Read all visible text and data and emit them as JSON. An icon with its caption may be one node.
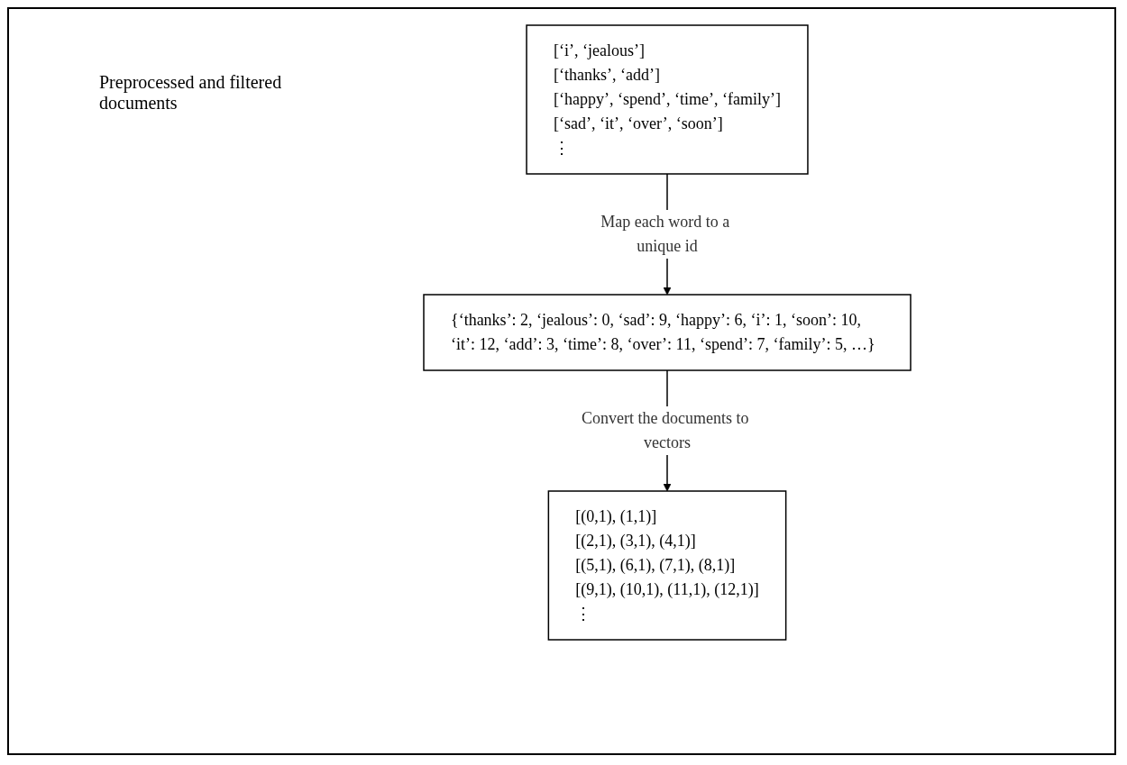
{
  "diagram": {
    "nodes": [
      {
        "text": [
          "[‘i’, ‘jealous’]",
          "[‘thanks’, ‘add’]",
          "[‘happy’, ‘spend’, ‘time’, ‘family’]",
          "[‘sad’, ‘it’, ‘over’, ‘soon’]",
          "⋮"
        ]
      },
      {
        "text": [
          "{‘thanks’: 2, ‘jealous’: 0, ‘sad’: 9, ‘happy’: 6, ‘i’: 1, ‘soon’: 10, ‘it’: 12, ‘add’: 3, ‘time’: 8, ‘over’: 11, ‘spend’: 7, ‘family’: 5, …}"
        ]
      },
      {
        "text": [
          "[(0,1), (1,1)]",
          "[(2,1), (3,1), (4,1)]",
          "[(5,1), (6,1), (7,1), (8,1)]",
          "[(9,1), (10,1), (11,1), (12,1)]",
          "⋮"
        ]
      }
    ],
    "edges": [
      {
        "from": 0,
        "to": 1,
        "arrow": "to",
        "label": "Map each word to a unique id"
      },
      {
        "from": 1,
        "to": 2,
        "arrow": "to",
        "label": "Convert the documents to vectors"
      }
    ],
    "labels": [
      "Preprocessed and filtered documents"
    ]
  }
}
